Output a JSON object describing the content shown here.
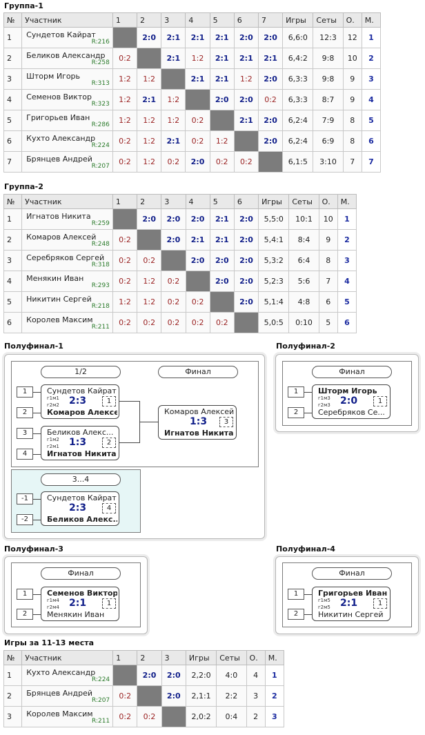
{
  "headers": {
    "num": "№",
    "player": "Участник",
    "games": "Игры",
    "sets": "Сеты",
    "points": "О.",
    "place": "М."
  },
  "group1": {
    "title": "Группа-1",
    "cols": [
      "1",
      "2",
      "3",
      "4",
      "5",
      "6",
      "7"
    ],
    "rows": [
      {
        "n": "1",
        "name": "Сундетов Кайрат",
        "rating": "R:216",
        "cells": [
          "",
          "2:0",
          "2:1",
          "2:1",
          "2:1",
          "2:0",
          "2:0"
        ],
        "games": "6,6:0",
        "sets": "12:3",
        "points": "12",
        "place": "1"
      },
      {
        "n": "2",
        "name": "Беликов Александр",
        "rating": "R:258",
        "cells": [
          "0:2",
          "",
          "2:1",
          "1:2",
          "2:1",
          "2:1",
          "2:1"
        ],
        "games": "6,4:2",
        "sets": "9:8",
        "points": "10",
        "place": "2"
      },
      {
        "n": "3",
        "name": "Шторм Игорь",
        "rating": "R:313",
        "cells": [
          "1:2",
          "1:2",
          "",
          "2:1",
          "2:1",
          "1:2",
          "2:0"
        ],
        "games": "6,3:3",
        "sets": "9:8",
        "points": "9",
        "place": "3"
      },
      {
        "n": "4",
        "name": "Семенов Виктор",
        "rating": "R:323",
        "cells": [
          "1:2",
          "2:1",
          "1:2",
          "",
          "2:0",
          "2:0",
          "0:2"
        ],
        "games": "6,3:3",
        "sets": "8:7",
        "points": "9",
        "place": "4"
      },
      {
        "n": "5",
        "name": "Григорьев Иван",
        "rating": "R:286",
        "cells": [
          "1:2",
          "1:2",
          "1:2",
          "0:2",
          "",
          "2:1",
          "2:0"
        ],
        "games": "6,2:4",
        "sets": "7:9",
        "points": "8",
        "place": "5"
      },
      {
        "n": "6",
        "name": "Кухто Александр",
        "rating": "R:224",
        "cells": [
          "0:2",
          "1:2",
          "2:1",
          "0:2",
          "1:2",
          "",
          "2:0"
        ],
        "games": "6,2:4",
        "sets": "6:9",
        "points": "8",
        "place": "6"
      },
      {
        "n": "7",
        "name": "Брянцев Андрей",
        "rating": "R:207",
        "cells": [
          "0:2",
          "1:2",
          "0:2",
          "2:0",
          "0:2",
          "0:2",
          ""
        ],
        "games": "6,1:5",
        "sets": "3:10",
        "points": "7",
        "place": "7"
      }
    ]
  },
  "group2": {
    "title": "Группа-2",
    "cols": [
      "1",
      "2",
      "3",
      "4",
      "5",
      "6"
    ],
    "rows": [
      {
        "n": "1",
        "name": "Игнатов Никита",
        "rating": "R:259",
        "cells": [
          "",
          "2:0",
          "2:0",
          "2:0",
          "2:1",
          "2:0"
        ],
        "games": "5,5:0",
        "sets": "10:1",
        "points": "10",
        "place": "1"
      },
      {
        "n": "2",
        "name": "Комаров Алексей",
        "rating": "R:248",
        "cells": [
          "0:2",
          "",
          "2:0",
          "2:1",
          "2:1",
          "2:0"
        ],
        "games": "5,4:1",
        "sets": "8:4",
        "points": "9",
        "place": "2"
      },
      {
        "n": "3",
        "name": "Серебряков Сергей",
        "rating": "R:318",
        "cells": [
          "0:2",
          "0:2",
          "",
          "2:0",
          "2:0",
          "2:0"
        ],
        "games": "5,3:2",
        "sets": "6:4",
        "points": "8",
        "place": "3"
      },
      {
        "n": "4",
        "name": "Менякин Иван",
        "rating": "R:293",
        "cells": [
          "0:2",
          "1:2",
          "0:2",
          "",
          "2:0",
          "2:0"
        ],
        "games": "5,2:3",
        "sets": "5:6",
        "points": "7",
        "place": "4"
      },
      {
        "n": "5",
        "name": "Никитин Сергей",
        "rating": "R:218",
        "cells": [
          "1:2",
          "1:2",
          "0:2",
          "0:2",
          "",
          "2:0"
        ],
        "games": "5,1:4",
        "sets": "4:8",
        "points": "6",
        "place": "5"
      },
      {
        "n": "6",
        "name": "Королев Максим",
        "rating": "R:211",
        "cells": [
          "0:2",
          "0:2",
          "0:2",
          "0:2",
          "0:2",
          ""
        ],
        "games": "5,0:5",
        "sets": "0:10",
        "points": "5",
        "place": "6"
      }
    ]
  },
  "semi1": {
    "title": "Полуфинал-1",
    "half_label": "1/2",
    "final_label": "Финал",
    "third_label": "3...4",
    "seeds": [
      "1",
      "2",
      "3",
      "4",
      "-1",
      "-2"
    ],
    "m1": {
      "p1": "Сундетов Кайрат",
      "p2": "Комаров Алексей",
      "t1": "г1м1",
      "t2": "г2м2",
      "score": "2:3",
      "num": "1"
    },
    "m2": {
      "p1": "Беликов Алекс...",
      "p2": "Игнатов Никита",
      "t1": "г1м2",
      "t2": "г2м1",
      "score": "1:3",
      "num": "2"
    },
    "m3": {
      "p1": "Комаров Алексей",
      "p2": "Игнатов Никита",
      "score": "1:3",
      "num": "3"
    },
    "m4": {
      "p1": "Сундетов Кайрат",
      "p2": "Беликов Алекс...",
      "score": "2:3",
      "num": "4"
    }
  },
  "semi2": {
    "title": "Полуфинал-2",
    "final_label": "Финал",
    "seeds": [
      "1",
      "2"
    ],
    "m": {
      "p1": "Шторм Игорь",
      "p2": "Серебряков Се...",
      "t1": "г1м3",
      "t2": "г2м3",
      "score": "2:0",
      "num": "1"
    }
  },
  "semi3": {
    "title": "Полуфинал-3",
    "final_label": "Финал",
    "seeds": [
      "1",
      "2"
    ],
    "m": {
      "p1": "Семенов Виктор",
      "p2": "Менякин Иван",
      "t1": "г1м4",
      "t2": "г2м4",
      "score": "2:1",
      "num": "1"
    }
  },
  "semi4": {
    "title": "Полуфинал-4",
    "final_label": "Финал",
    "seeds": [
      "1",
      "2"
    ],
    "m": {
      "p1": "Григорьев Иван",
      "p2": "Никитин Сергей",
      "t1": "г1м5",
      "t2": "г2м5",
      "score": "2:1",
      "num": "1"
    }
  },
  "places": {
    "title": "Игры за 11-13 места",
    "cols": [
      "1",
      "2",
      "3"
    ],
    "rows": [
      {
        "n": "1",
        "name": "Кухто Александр",
        "rating": "R:224",
        "cells": [
          "",
          "2:0",
          "2:0"
        ],
        "games": "2,2:0",
        "sets": "4:0",
        "points": "4",
        "place": "1"
      },
      {
        "n": "2",
        "name": "Брянцев Андрей",
        "rating": "R:207",
        "cells": [
          "0:2",
          "",
          "2:0"
        ],
        "games": "2,1:1",
        "sets": "2:2",
        "points": "3",
        "place": "2"
      },
      {
        "n": "3",
        "name": "Королев Максим",
        "rating": "R:211",
        "cells": [
          "0:2",
          "0:2",
          ""
        ],
        "games": "2,0:2",
        "sets": "0:4",
        "points": "2",
        "place": "3"
      }
    ]
  }
}
